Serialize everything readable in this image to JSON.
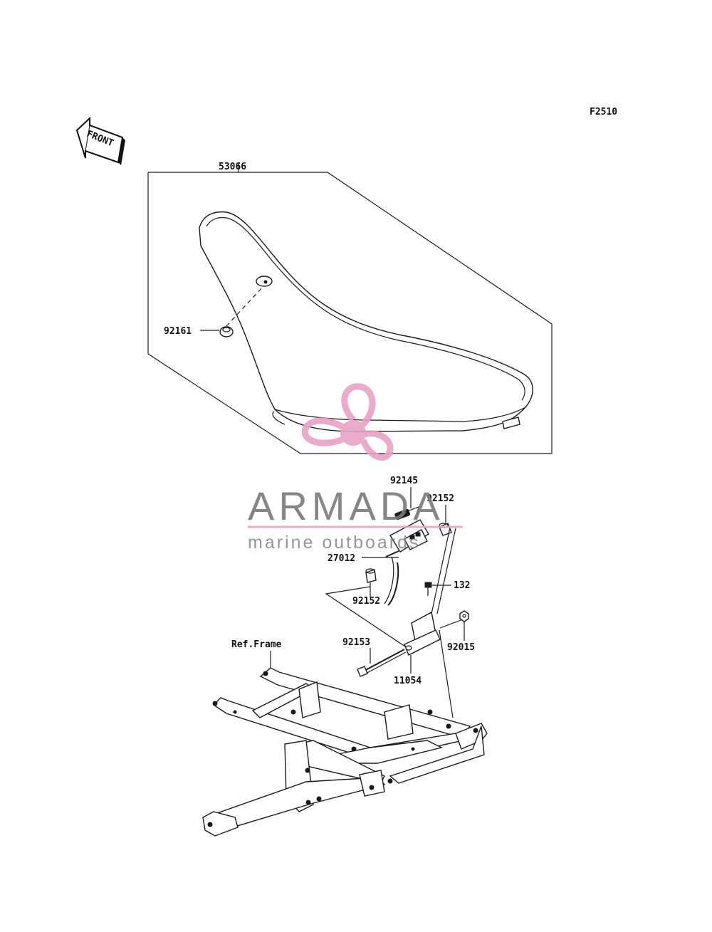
{
  "diagram_code": "F2510",
  "front_arrow": {
    "label": "FRONT",
    "icon": "front-arrow-icon"
  },
  "parts": {
    "seat": "53066",
    "seat_grommet": "92161",
    "spring": "92145",
    "collar_upper": "92152",
    "hinge_bracket": "27012",
    "collar_lower": "92152",
    "bolt_small": "132",
    "nut": "92015",
    "bolt_long": "92153",
    "bracket": "11054"
  },
  "reference": "Ref.Frame",
  "watermark": {
    "brand": "ARMADA",
    "tagline": "marine outboards",
    "accent_color": "#e7a1c6",
    "icon": "propeller-logo-icon"
  }
}
